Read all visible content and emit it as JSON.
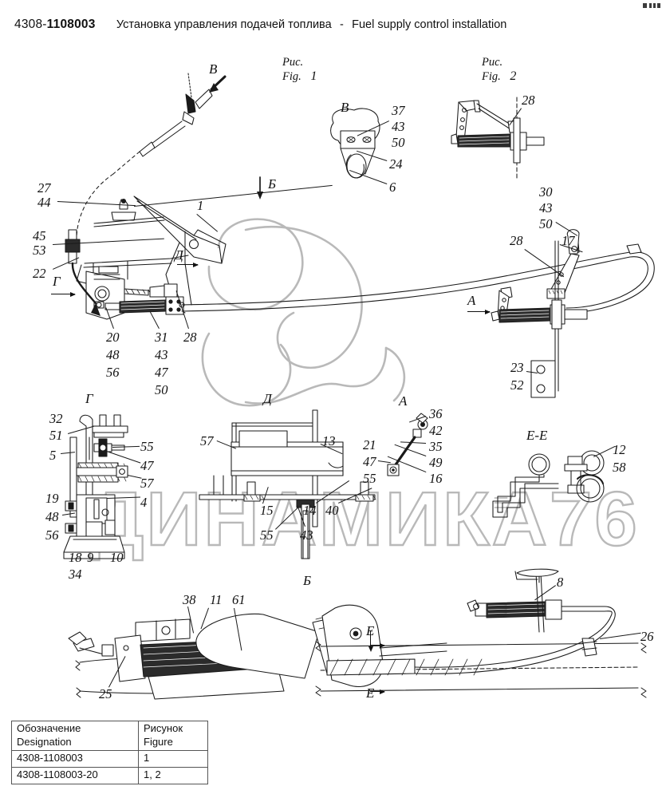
{
  "header": {
    "code_prefix": "4308-",
    "code_suffix": "1108003",
    "title_ru": "Установка управления подачей топлива",
    "title_sep": "-",
    "title_en": "Fuel supply control installation"
  },
  "figures": [
    {
      "id": "fig1",
      "ru": "Рис.",
      "en": "Fig.",
      "num": "1"
    },
    {
      "id": "fig2",
      "ru": "Рис.",
      "en": "Fig.",
      "num": "2"
    }
  ],
  "section_letters": {
    "v_detail": "В",
    "v_arrow": "В",
    "b_arrow": "Б",
    "b_view": "Б",
    "g_arrow": "Г",
    "g_detail": "Г",
    "d_arrow": "Д",
    "d_detail": "Д",
    "a_arrow": "А",
    "a_detail": "А",
    "e_top": "E",
    "e_bottom": "E",
    "ee_detail": "E-E"
  },
  "callouts": {
    "pedal_top": [
      "27",
      "44"
    ],
    "pedal_mid": [
      "45",
      "53",
      "22"
    ],
    "pedal_num1": "1",
    "lever_left": [
      "20",
      "48",
      "56"
    ],
    "lever_mid": [
      "31",
      "43",
      "47",
      "50"
    ],
    "lever_28": "28",
    "v_detail": [
      "37",
      "43",
      "50",
      "24",
      "6"
    ],
    "fig2_28": "28",
    "right_upper": [
      "30",
      "43",
      "50"
    ],
    "right_28": "28",
    "right_17": "17",
    "right_bracket": [
      "23",
      "52"
    ],
    "g_detail": [
      "32",
      "51",
      "5",
      "19",
      "48",
      "56",
      "55",
      "47",
      "57",
      "4",
      "18",
      "9",
      "10",
      "34"
    ],
    "d_detail": [
      "57",
      "13",
      "15",
      "14",
      "40",
      "55",
      "43"
    ],
    "a_detail": [
      "36",
      "42",
      "35",
      "49",
      "16",
      "21",
      "47",
      "55"
    ],
    "ee_detail": [
      "12",
      "58"
    ],
    "bottom_left": [
      "38",
      "11",
      "61",
      "25"
    ],
    "bottom_right": [
      "8",
      "26"
    ]
  },
  "watermark": {
    "text": "ДИНАМИКА76"
  },
  "table": {
    "headers": [
      {
        "ru": "Обозначение",
        "en": "Designation"
      },
      {
        "ru": "Рисунок",
        "en": "Figure"
      }
    ],
    "rows": [
      {
        "designation": "4308-1108003",
        "figure": "1"
      },
      {
        "designation": "4308-1108003-20",
        "figure": "1, 2"
      }
    ]
  },
  "colors": {
    "ink": "#1a1a1a",
    "watermark": "#b9b9b9",
    "paper": "#ffffff"
  }
}
